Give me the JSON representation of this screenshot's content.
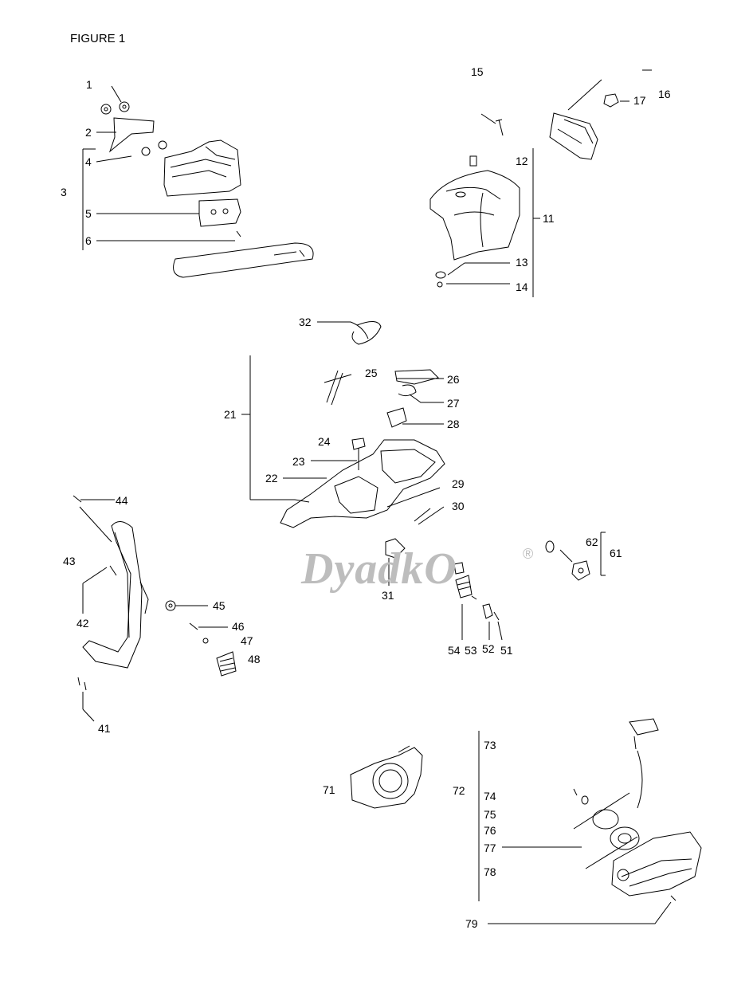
{
  "figure": {
    "title": "FIGURE 1"
  },
  "watermark": {
    "text": "DyadkO",
    "reg": "®"
  },
  "callouts": {
    "c1": "1",
    "c2": "2",
    "c3": "3",
    "c4": "4",
    "c5": "5",
    "c6": "6",
    "c11": "11",
    "c12": "12",
    "c13": "13",
    "c14": "14",
    "c15": "15",
    "c16": "16",
    "c17": "17",
    "c21": "21",
    "c22": "22",
    "c23": "23",
    "c24": "24",
    "c25": "25",
    "c26": "26",
    "c27": "27",
    "c28": "28",
    "c29": "29",
    "c30": "30",
    "c31": "31",
    "c32": "32",
    "c41": "41",
    "c42": "42",
    "c43": "43",
    "c44": "44",
    "c45": "45",
    "c46": "46",
    "c47": "47",
    "c48": "48",
    "c51": "51",
    "c52": "52",
    "c53": "53",
    "c54": "54",
    "c61": "61",
    "c62": "62",
    "c71": "71",
    "c72": "72",
    "c73": "73",
    "c74": "74",
    "c75": "75",
    "c76": "76",
    "c77": "77",
    "c78": "78",
    "c79": "79"
  }
}
